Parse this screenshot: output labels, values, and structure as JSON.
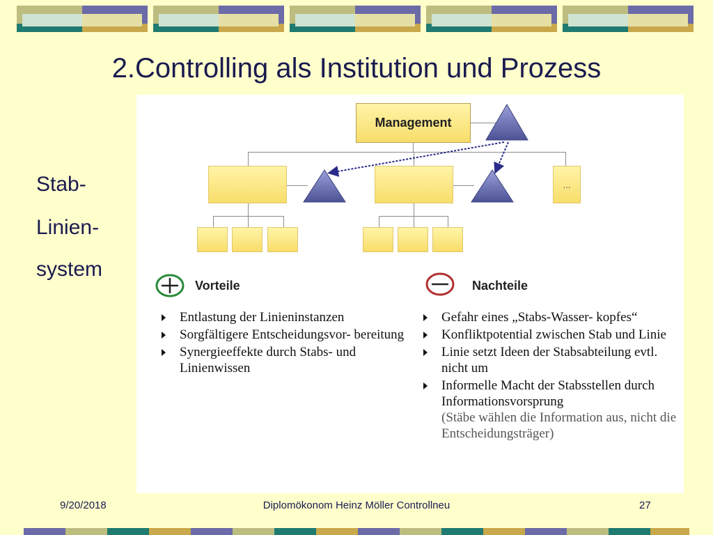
{
  "slide": {
    "title": "2.Controlling als Institution und Prozess",
    "side_label": [
      "Stab-",
      "Linien-",
      "system"
    ]
  },
  "diagram": {
    "top_box": "Management",
    "placeholder_box": "...",
    "vorteile": {
      "header": "Vorteile",
      "items": [
        "Entlastung der Linieninstanzen",
        "Sorgfältigere Entscheidungsvor- bereitung",
        "Synergieeffekte durch Stabs- und Linienwissen"
      ]
    },
    "nachteile": {
      "header": "Nachteile",
      "items": [
        "Gefahr eines „Stabs-Wasser- kopfes“",
        "Konfliktpotential zwischen Stab und Linie",
        "Linie setzt Ideen der Stabsabteilung evtl. nicht um",
        "Informelle Macht der Stabsstellen durch Informationsvorsprung"
      ],
      "note": "(Stäbe wählen die Information aus, nicht die Entscheidungsträger)"
    }
  },
  "footer": {
    "date": "9/20/2018",
    "center": "Diplomökonom Heinz Möller Controllneu",
    "page": "27"
  },
  "colors": {
    "background": "#ffffcc",
    "title": "#1a1a50",
    "box": "#f8dd6a",
    "triangle": "#6b70b0",
    "plus": "#2a8a3a",
    "minus": "#b03030"
  }
}
